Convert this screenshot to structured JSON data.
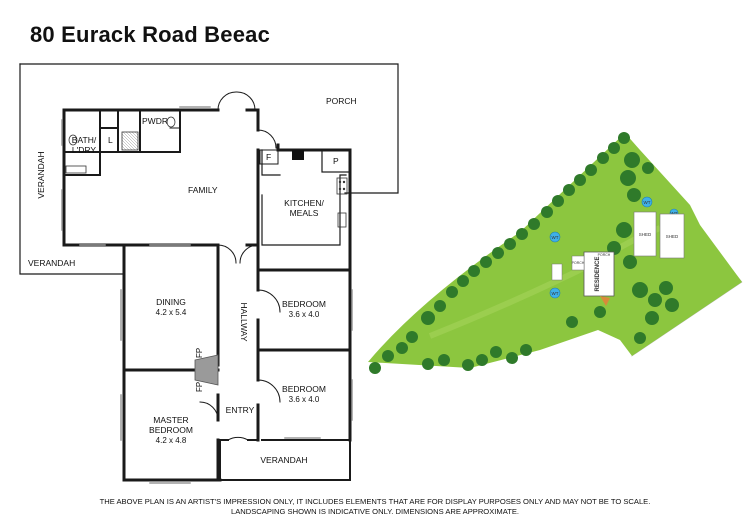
{
  "title": "80 Eurack Road Beeac",
  "rooms": {
    "bath": [
      "BATH/",
      "L'DRY"
    ],
    "pwdr": "PWDR",
    "laundry_l": "L",
    "porch": "PORCH",
    "verandah_left": "VERANDAH",
    "verandah_lower": "VERANDAH",
    "verandah_bottom": "VERANDAH",
    "family": "FAMILY",
    "kitchen": [
      "KITCHEN/",
      "MEALS"
    ],
    "fridge": "F",
    "pantry": "P",
    "dining": "DINING",
    "dining_dim": "4.2 x 5.4",
    "hallway": "HALLWAY",
    "bedroom1": "BEDROOM",
    "bedroom1_dim": "3.6 x 4.0",
    "bedroom2": "BEDROOM",
    "bedroom2_dim": "3.6 x 4.0",
    "fp1": "FP",
    "fp2": "FP",
    "master": [
      "MASTER",
      "BEDROOM"
    ],
    "master_dim": "4.2 x 4.8",
    "entry": "ENTRY"
  },
  "site": {
    "shed1": "SHED",
    "shed2": "SHED",
    "residence": "RESIDENCE",
    "porch": "PORCH",
    "wt": "WT"
  },
  "disclaimer": [
    "THE ABOVE PLAN IS AN ARTIST'S IMPRESSION ONLY, IT INCLUDES ELEMENTS THAT ARE FOR DISPLAY PURPOSES ONLY AND MAY NOT BE TO SCALE.",
    "LANDSCAPING SHOWN IS INDICATIVE ONLY. DIMENSIONS ARE APPROXIMATE."
  ],
  "colors": {
    "wall": "#1a1a1a",
    "grass": "#8cc63f",
    "grass_light": "#a5d45a",
    "tree": "#2f7a2a",
    "water_tank": "#3fb0e8",
    "fireplace": "#9a9a9a",
    "tank": "#111111",
    "driveway": "#d9d9d9"
  }
}
